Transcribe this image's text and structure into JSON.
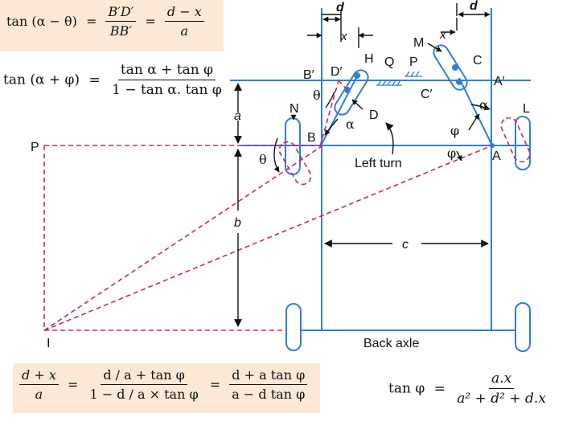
{
  "equations": {
    "eq1": {
      "lhs": "tan (α − θ)",
      "mid_num": "B′D′",
      "mid_den": "BB′",
      "rhs_num": "d − x",
      "rhs_den": "a"
    },
    "eq2": {
      "lhs": "tan (α + φ)",
      "num": "tan α + tan φ",
      "den": "1 − tan α. tan φ"
    },
    "eq3": {
      "num1": "d + x",
      "den1": "a",
      "num2": "d / a + tan φ",
      "den2": "1 − d / a × tan φ",
      "num3": "d + a tan φ",
      "den3": "a − d tan φ"
    },
    "eq4": {
      "lhs": "tan φ",
      "num": "a.x",
      "den": "a² + d² + d.x"
    }
  },
  "labels": {
    "d_left": "d",
    "d_right": "d",
    "x_left": "x",
    "x_right": "x",
    "H": "H",
    "Q": "Q",
    "P_top": "P",
    "M": "M",
    "C": "C",
    "B_prime": "B′",
    "D_prime": "D′",
    "C_prime": "C′",
    "A_prime": "A′",
    "theta_top": "θ",
    "D": "D",
    "alpha_left": "α",
    "alpha_right": "α",
    "phi_upper": "φ",
    "phi_lower": "φ",
    "N": "N",
    "L": "L",
    "B": "B",
    "A": "A",
    "P_left": "P",
    "theta_left": "θ",
    "left_turn": "Left turn",
    "a": "a",
    "b": "b",
    "c": "c",
    "I": "I",
    "back_axle": "Back axle"
  },
  "colors": {
    "axle_blue": "#2f7fd6",
    "dash_magenta": "#c4267a",
    "box_fill": "#fbe9d6",
    "arrow_black": "#111111"
  }
}
